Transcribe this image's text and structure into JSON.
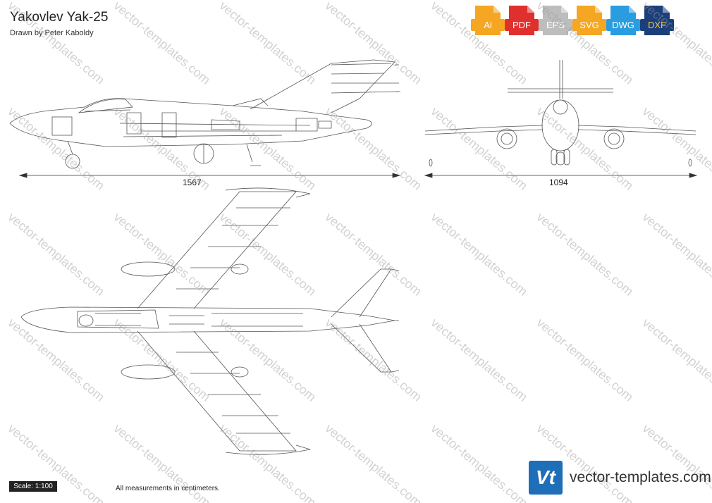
{
  "title": "Yakovlev Yak-25",
  "subtitle": "Drawn by Peter Kaboldy",
  "formats": [
    {
      "label": "Ai",
      "color": "#f5a623"
    },
    {
      "label": "PDF",
      "color": "#e0302d"
    },
    {
      "label": "EPS",
      "color": "#bdbdbd"
    },
    {
      "label": "SVG",
      "color": "#f5a623"
    },
    {
      "label": "DWG",
      "color": "#2a9de0"
    },
    {
      "label": "DXF",
      "color": "#1b3f7a"
    }
  ],
  "dimensions": {
    "side_length": "1567",
    "front_span": "1094"
  },
  "scale_label": "Scale: 1:100",
  "measurement_note": "All measurements in centimeters.",
  "brand": {
    "logo_text": "Vt",
    "name": "vector-templates.com",
    "color": "#1e6fb8"
  },
  "watermark": "vector-templates.com"
}
